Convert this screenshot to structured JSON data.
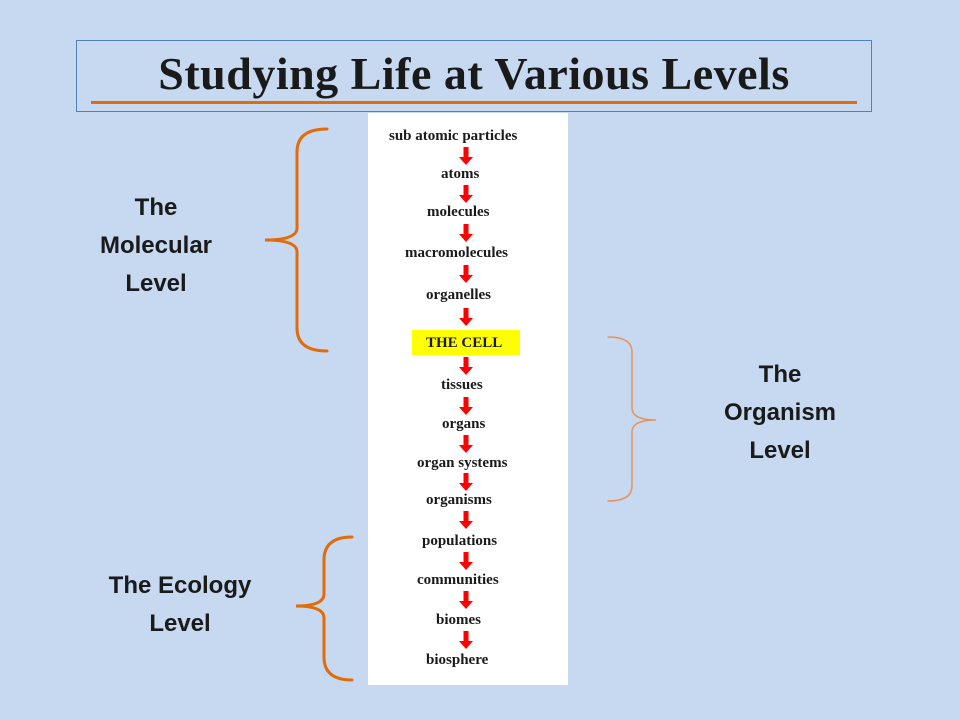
{
  "title": "Studying Life at Various Levels",
  "steps": [
    "sub atomic particles",
    "atoms",
    "molecules",
    "macromolecules",
    "organelles",
    "THE CELL",
    "tissues",
    "organs",
    "organ systems",
    "organisms",
    "populations",
    "communities",
    "biomes",
    "biosphere"
  ],
  "groups": {
    "molecular": {
      "lines": [
        "The",
        "Molecular",
        "Level"
      ]
    },
    "organism": {
      "lines": [
        "The",
        "Organism",
        "Level"
      ]
    },
    "ecology": {
      "lines": [
        "The Ecology",
        "Level"
      ]
    }
  },
  "colors": {
    "background": "#c6d9f1",
    "title_border": "#4f81bd",
    "underline": "#e36c0a",
    "brace": "#e36c0a",
    "brace_thin": "#e8935a",
    "arrow": "#ff0000",
    "highlight": "#ffff00"
  }
}
